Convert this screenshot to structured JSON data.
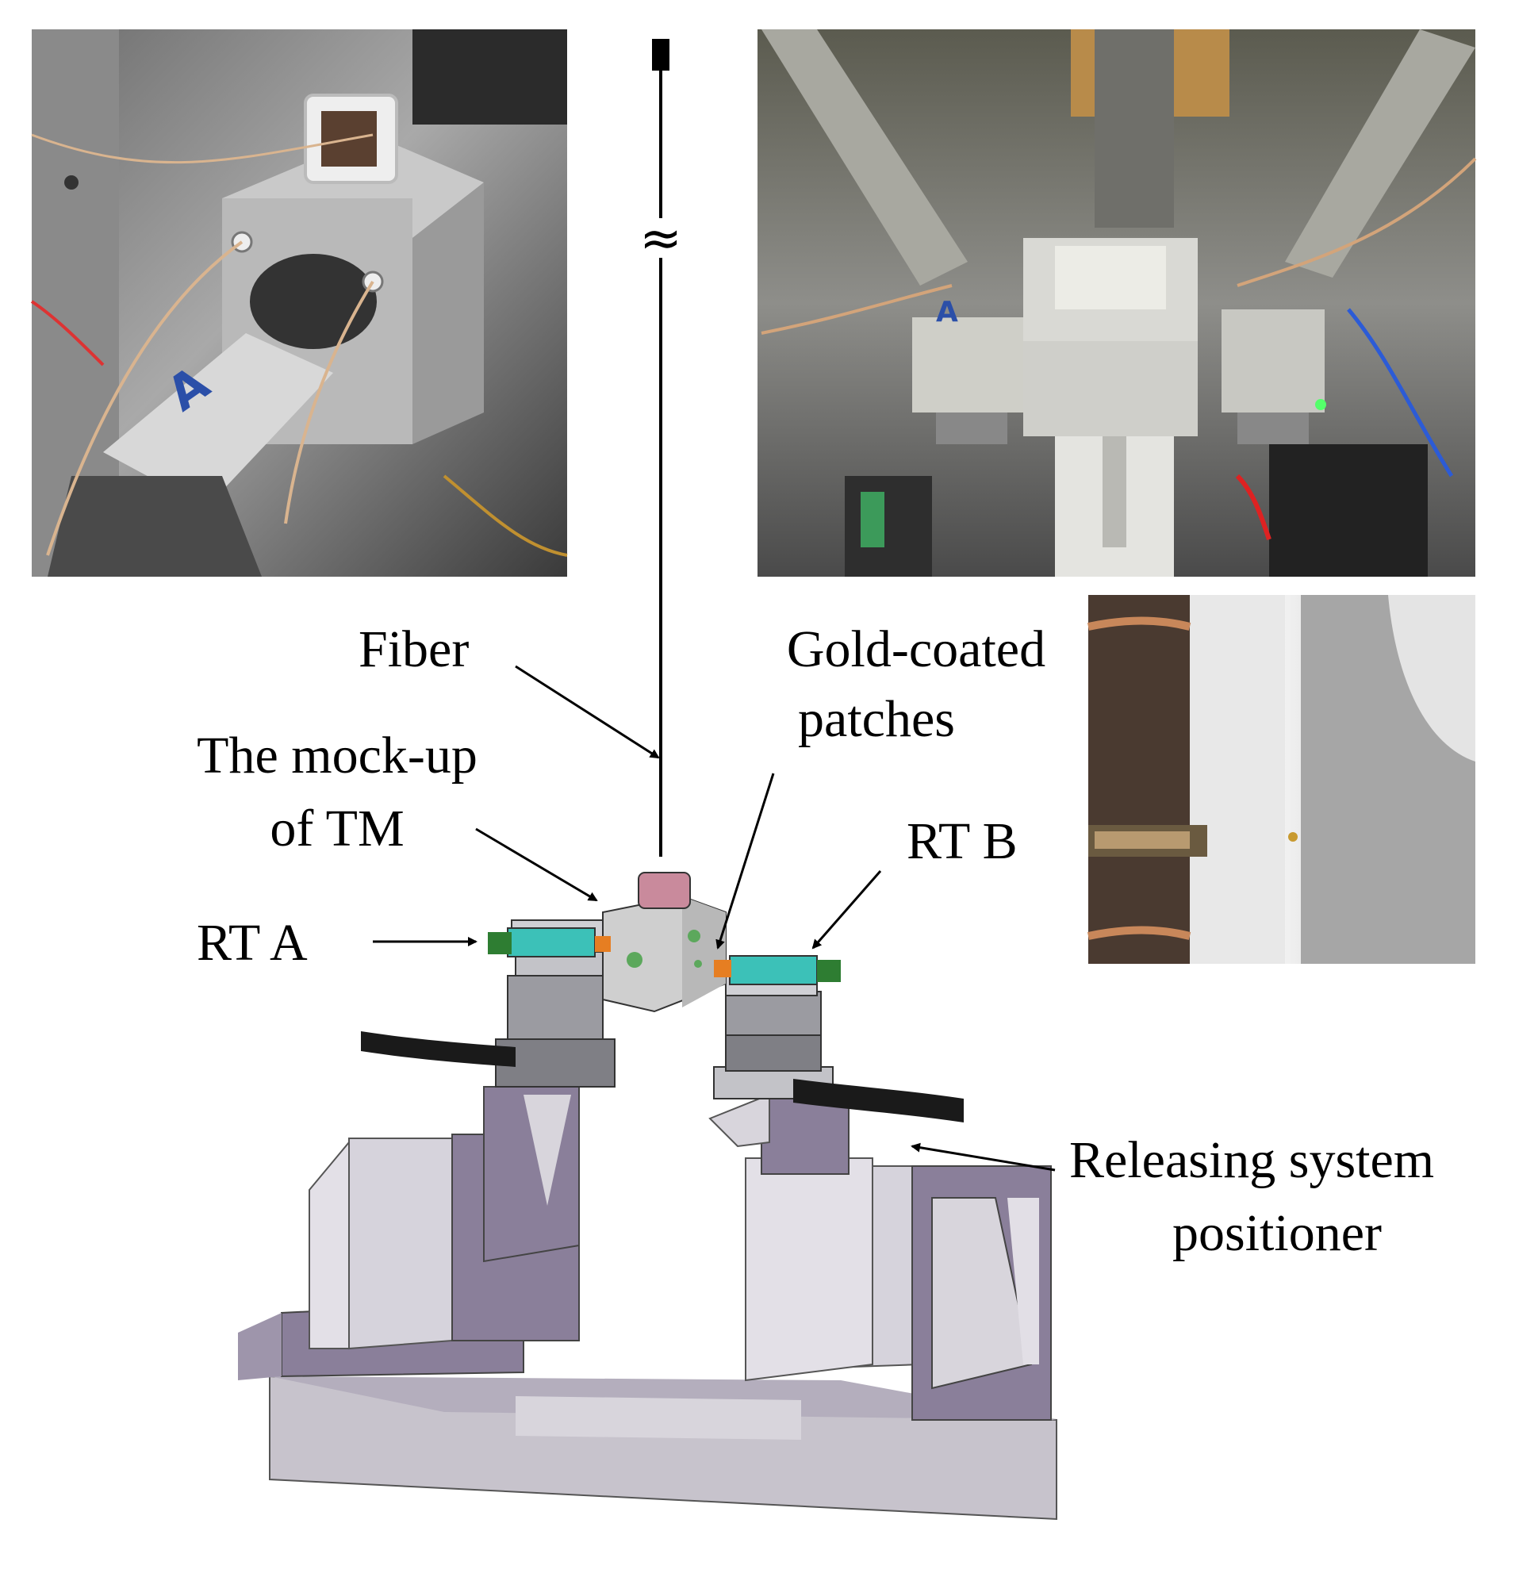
{
  "labels": {
    "fiber": "Fiber",
    "gold_line1": "Gold-coated",
    "gold_line2": "patches",
    "tm_line1": "The mock-up",
    "tm_line2": "of TM",
    "rt_a": "RT A",
    "rt_b": "RT B",
    "release_line1": "Releasing system",
    "release_line2": "positioner",
    "break_symbol": "≈"
  },
  "photos": {
    "top_left": "photo-closeup-rt-a",
    "top_right": "photo-top-view-setup",
    "side_right": "photo-closeup-tip"
  },
  "colors": {
    "frame_purple": "#8a7f9a",
    "frame_light": "#d6d3dc",
    "rt_teal": "#3cc1b8",
    "rt_green": "#2e7d32",
    "tm_gray": "#cfcfcf",
    "connector_orange": "#e67e22"
  }
}
